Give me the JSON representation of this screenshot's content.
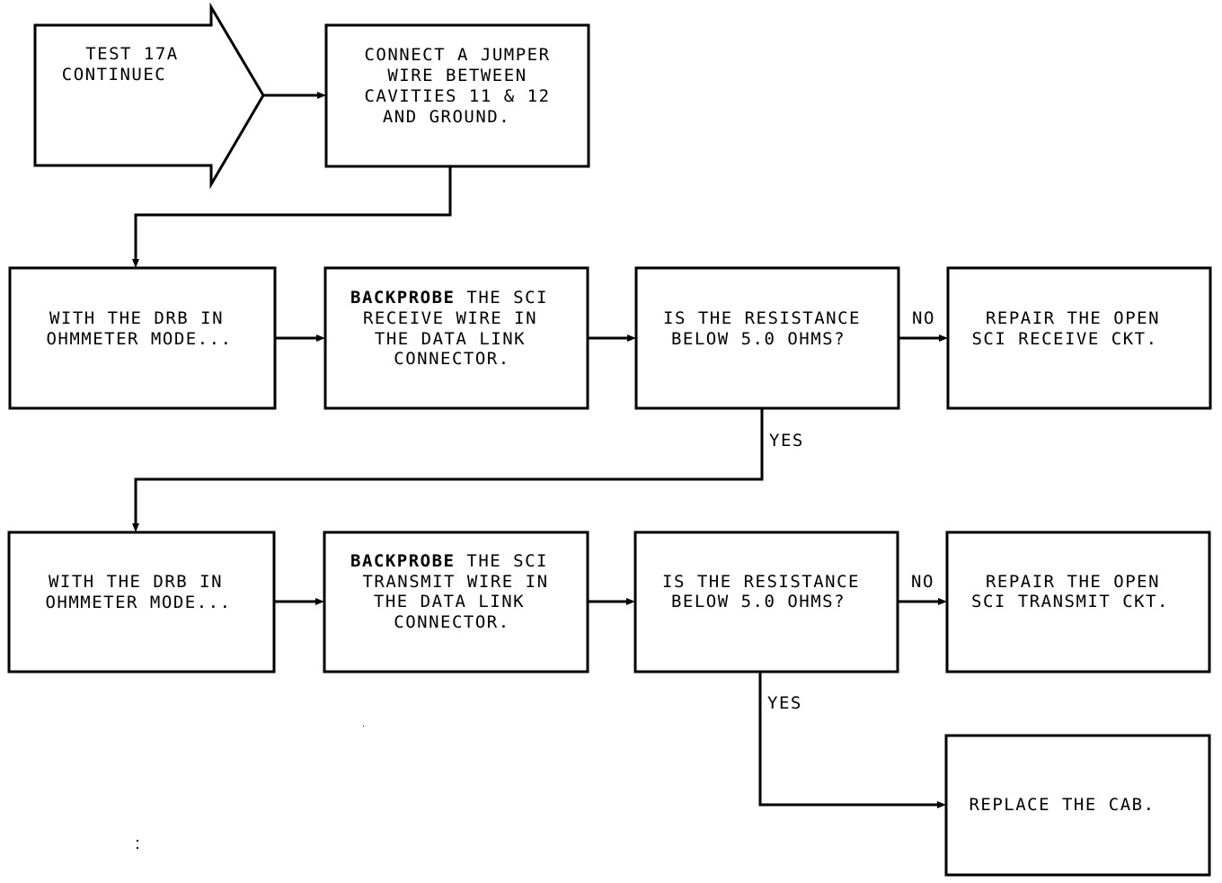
{
  "start": {
    "lines": [
      "TEST 17A",
      "CONTINUEC"
    ]
  },
  "steps": {
    "connect_jumper": {
      "lines": [
        "CONNECT A JUMPER",
        "WIRE BETWEEN",
        "CAVITIES 11 & 12",
        "AND GROUND."
      ]
    },
    "drb_mode_1": {
      "lines": [
        "WITH THE DRB IN",
        "OHMMETER MODE..."
      ]
    },
    "backprobe_receive": {
      "lead": "BACKPROBE",
      "lines": [
        " THE SCI",
        "RECEIVE WIRE IN",
        "THE DATA LINK",
        "CONNECTOR."
      ]
    },
    "decision_1": {
      "lines": [
        "IS THE RESISTANCE",
        "BELOW 5.0 OHMS?"
      ]
    },
    "repair_receive": {
      "lines": [
        "REPAIR THE OPEN",
        "SCI RECEIVE CKT."
      ]
    },
    "drb_mode_2": {
      "lines": [
        "WITH THE DRB IN",
        "OHMMETER MODE..."
      ]
    },
    "backprobe_transmit": {
      "lead": "BACKPROBE",
      "lines": [
        " THE SCI",
        "TRANSMIT WIRE IN",
        "THE DATA LINK",
        "CONNECTOR."
      ]
    },
    "decision_2": {
      "lines": [
        "IS THE RESISTANCE",
        "BELOW 5.0 OHMS?"
      ]
    },
    "repair_transmit": {
      "lines": [
        "REPAIR THE OPEN",
        "SCI TRANSMIT CKT."
      ]
    },
    "replace_cab": {
      "lines": [
        "REPLACE THE CAB."
      ]
    }
  },
  "edge_labels": {
    "decision_1_no": "NO",
    "decision_1_yes": "YES",
    "decision_2_no": "NO",
    "decision_2_yes": "YES"
  }
}
